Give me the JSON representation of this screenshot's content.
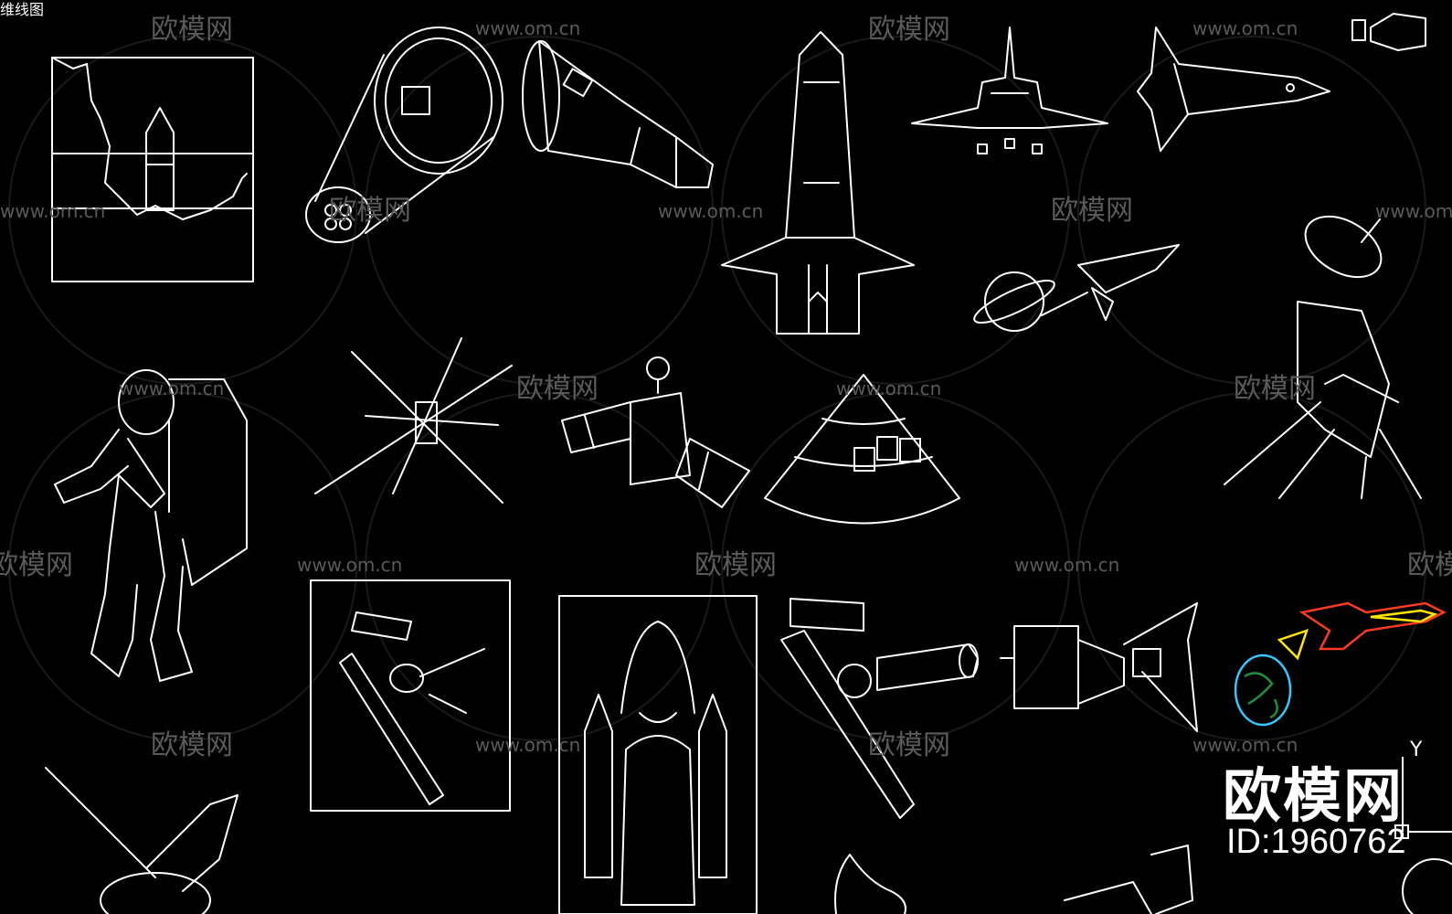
{
  "viewport": {
    "label": "维线图"
  },
  "watermark": {
    "brand": "欧模网",
    "url": "www.om.cn"
  },
  "badge": {
    "brand": "欧模网",
    "id_text": "ID:1960762"
  },
  "ucs": {
    "y_label": "Y"
  },
  "colors": {
    "background": "#000000",
    "line": "#ffffff",
    "rocket_outline": "#ff3b1f",
    "rocket_fill": "#ffe600",
    "planet": "#33c8ff"
  },
  "drawings": [
    "shuttle-launch-frame",
    "gemini-capsule-rear",
    "gemini-capsule-side",
    "space-shuttle-top",
    "shuttle-front",
    "shuttle-side",
    "rocket-and-planet",
    "satellite-dish",
    "astronaut",
    "antenna-satellite",
    "skylab-station",
    "apollo-capsule",
    "satellite-frame",
    "shuttle-stack-frame",
    "hubble-telescope",
    "lunar-module",
    "color-rocket",
    "probe",
    "dish-partial",
    "station-partial"
  ]
}
